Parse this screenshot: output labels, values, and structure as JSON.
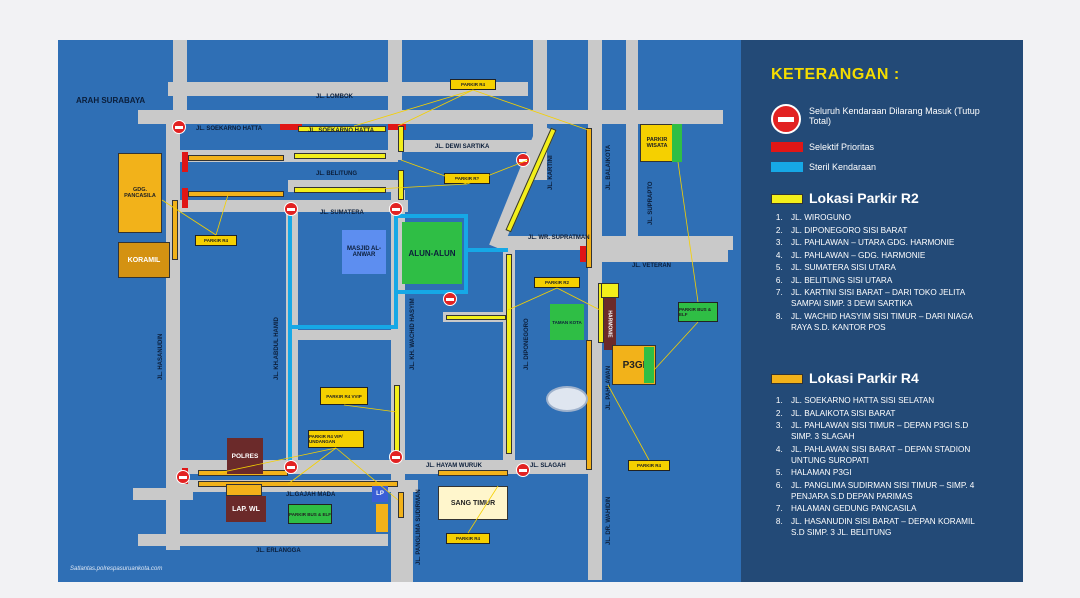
{
  "map": {
    "streets": {
      "lombok": "JL. LOMBOK",
      "soekarno_hatta_1": "JL. SOEKARNO HATTA",
      "soekarno_hatta_2": "JL. SOEKARNO HATTA",
      "dewi_sartika": "JL. DEWI SARTIKA",
      "belitung": "JL. BELITUNG",
      "sumatera": "JL. SUMATERA",
      "wr_supratman": "JL. WR. SUPRATMAN",
      "veteran": "JL. VETERAN",
      "hasanudin": "JL. HASANUDIN",
      "kh_abdul_hamid": "JL. KH.ABDUL HAMID",
      "kh_wachid_hasyim": "JL. KH. WACHID HASYIM",
      "diponegoro": "JL. DIPONEGORO",
      "kartini": "JL. KARTINI",
      "balaikota": "JL. BALAIKOTA",
      "suprapto": "JL. SUPRAPTO",
      "hayam_wuruk": "JL. HAYAM WURUK",
      "slagah": "JL. SLAGAH",
      "gajah_mada": "JL.GAJAH MADA",
      "erlangga": "JL. ERLANGGA",
      "panglima_sudirman": "JL. PANGLIMA SUDIRMAN",
      "dr_wahidin": "JL. DR. WAHIDIN",
      "pahlawan": "JL. PAHLAWAN"
    },
    "direction": "ARAH SURABAYA",
    "places": {
      "pancasila": "GDG. PANCASILA",
      "koramil": "KORAMIL",
      "masjid": "MASJID AL-ANWAR",
      "alun": "ALUN-ALUN",
      "taman_kota": "TAMAN KOTA",
      "harmonie": "HARMONIE",
      "p3gi": "P3GI",
      "parkir_wisata": "PARKIR WISATA",
      "polres": "POLRES",
      "lap_wl": "LAP. WL",
      "lp": "LP",
      "sang_timur": "SANG TIMUR"
    },
    "tags": {
      "parkir_r4": "PARKIR R4",
      "parkir_r2": "PARKIR R2",
      "parkir_r4_vvip": "PARKIR R4 VVIP",
      "parkir_r4_vip": "PARKIR R4 VIP/ UNDANGAN",
      "parkir_bus": "PARKIR BUS & ELF"
    },
    "credit": "Satlantas.polrespasuruankota.com"
  },
  "legend": {
    "title": "KETERANGAN :",
    "closed": "Seluruh Kendaraan Dilarang Masuk (Tutup Total)",
    "selektif": "Selektif Prioritas",
    "steril": "Steril Kendaraan",
    "r2_heading": "Lokasi Parkir R2",
    "r2_items": [
      "JL. WIROGUNO",
      "JL. DIPONEGORO SISI BARAT",
      "JL. PAHLAWAN – UTARA GDG. HARMONIE",
      "JL. PAHLAWAN – GDG. HARMONIE",
      "JL. SUMATERA SISI UTARA",
      "JL. BELITUNG SISI UTARA",
      "JL. KARTINI SISI BARAT – DARI TOKO JELITA SAMPAI SIMP. 3 DEWI SARTIKA",
      "JL. WACHID HASYIM SISI TIMUR – DARI NIAGA RAYA S.D. KANTOR POS"
    ],
    "r4_heading": "Lokasi Parkir R4",
    "r4_items": [
      "JL. SOEKARNO HATTA SISI SELATAN",
      "JL. BALAIKOTA SISI BARAT",
      "JL. PAHLAWAN SISI TIMUR – DEPAN P3GI S.D SIMP. 3 SLAGAH",
      "JL. PAHLAWAN SISI BARAT – DEPAN STADION UNTUNG SUROPATI",
      "HALAMAN P3GI",
      "JL. PANGLIMA SUDIRMAN SISI TIMUR – SIMP. 4 PENJARA S.D DEPAN PARIMAS",
      "HALAMAN GEDUNG PANCASILA",
      "JL. HASANUDIN SISI BARAT – DEPAN KORAMIL S.D SIMP. 3 JL. BELITUNG"
    ],
    "colors": {
      "closed": "#e22222",
      "selektif": "#e01616",
      "steril": "#16a8e6",
      "r2": "#f3ef1a",
      "r4": "#f2b21a"
    }
  }
}
